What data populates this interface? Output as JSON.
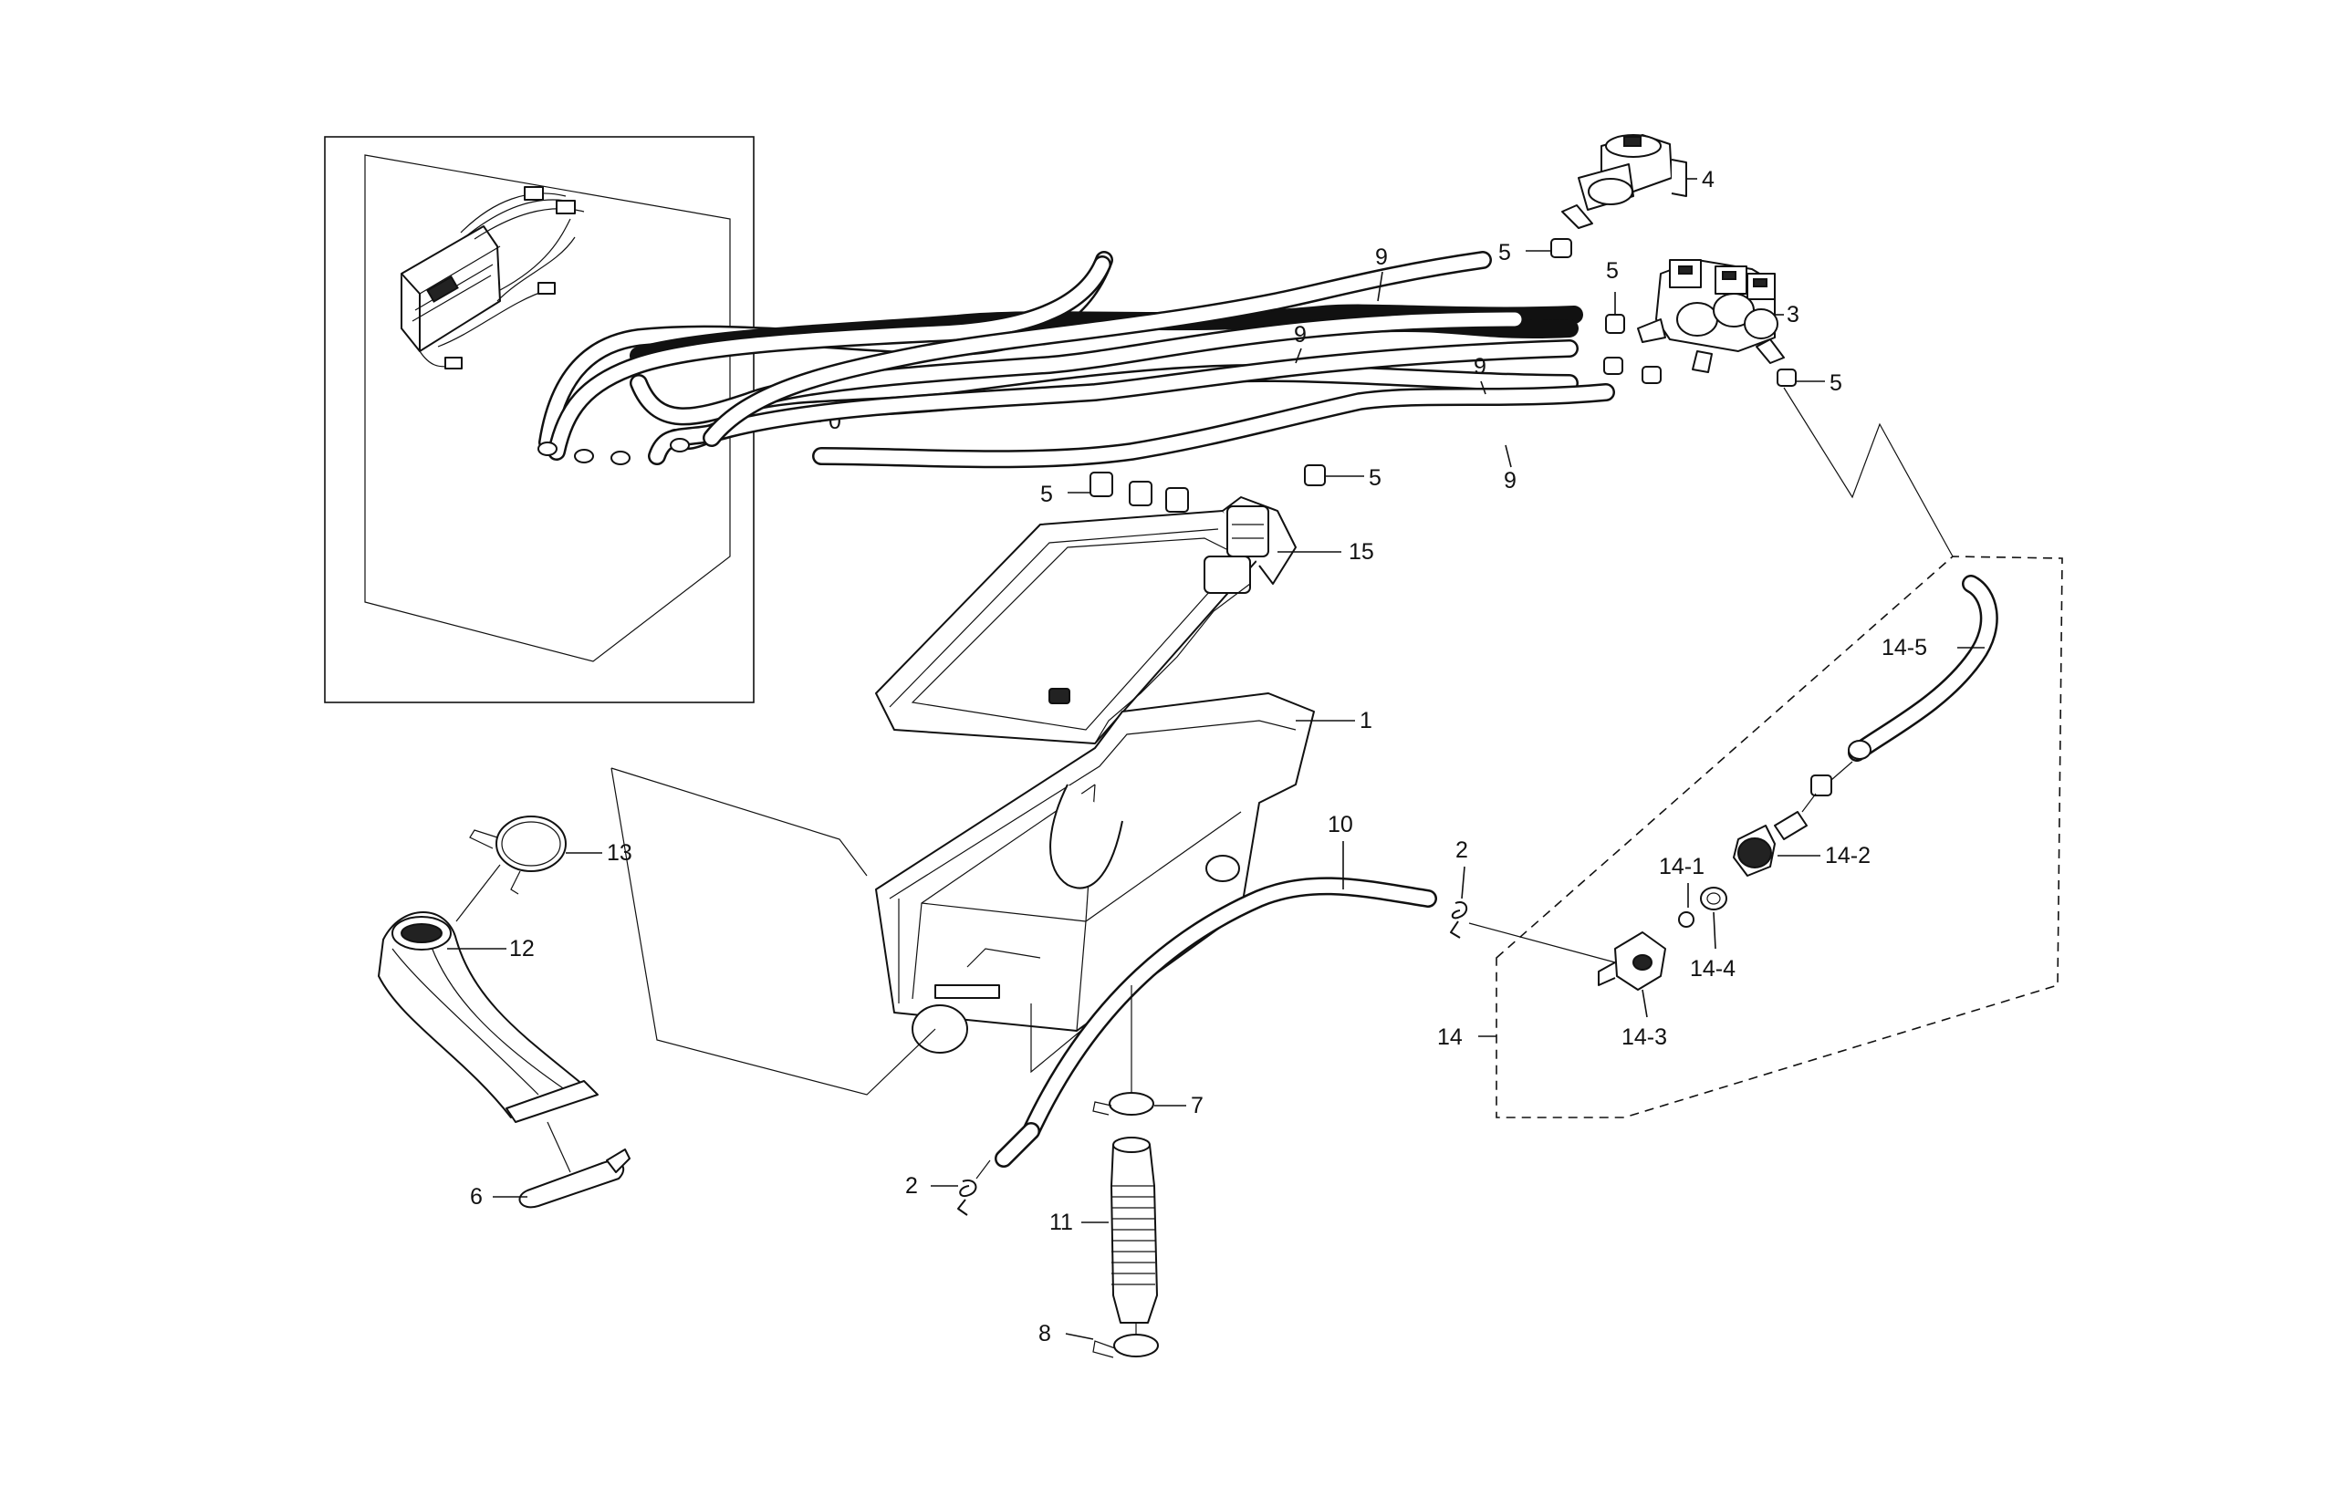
{
  "diagram": {
    "labels": {
      "l0": "0",
      "l1": "1",
      "l2a": "2",
      "l2b": "2",
      "l3": "3",
      "l4": "4",
      "l5a": "5",
      "l5b": "5",
      "l5c": "5",
      "l5d": "5",
      "l5e": "5",
      "l6": "6",
      "l7": "7",
      "l8": "8",
      "l9a": "9",
      "l9b": "9",
      "l9c": "9",
      "l9d": "9",
      "l10": "10",
      "l11": "11",
      "l12": "12",
      "l13": "13",
      "l14": "14",
      "l14_1": "14-1",
      "l14_2": "14-2",
      "l14_3": "14-3",
      "l14_4": "14-4",
      "l14_5": "14-5",
      "l15": "15"
    }
  }
}
